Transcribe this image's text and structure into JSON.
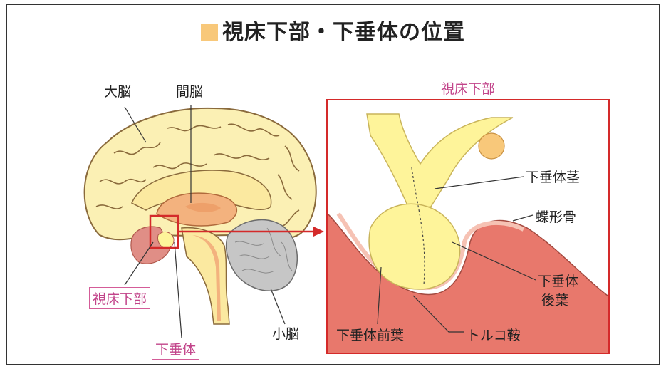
{
  "title": "視床下部・下垂体の位置",
  "colors": {
    "title_square": "#f8c87a",
    "brain_cerebrum": "#fbf0b4",
    "brain_outline": "#8a6a3c",
    "diencephalon": "#f3b27e",
    "brainstem": "#fbe9a0",
    "cerebellum": "#c6c6c6",
    "pituitary": "#fef49a",
    "sphenoid": "#e8786c",
    "highlight_red": "#d42a2a",
    "label_pink": "#c2448a"
  },
  "labels": {
    "cerebrum": "大脳",
    "diencephalon": "間脳",
    "hypothalamus": "視床下部",
    "pituitary": "下垂体",
    "cerebellum": "小脳"
  },
  "inset": {
    "title": "視床下部",
    "pituitary_stalk": "下垂体茎",
    "sphenoid_bone": "蝶形骨",
    "posterior_lobe_line1": "下垂体",
    "posterior_lobe_line2": "後葉",
    "anterior_lobe": "下垂体前葉",
    "sella_turcica": "トルコ鞍"
  }
}
